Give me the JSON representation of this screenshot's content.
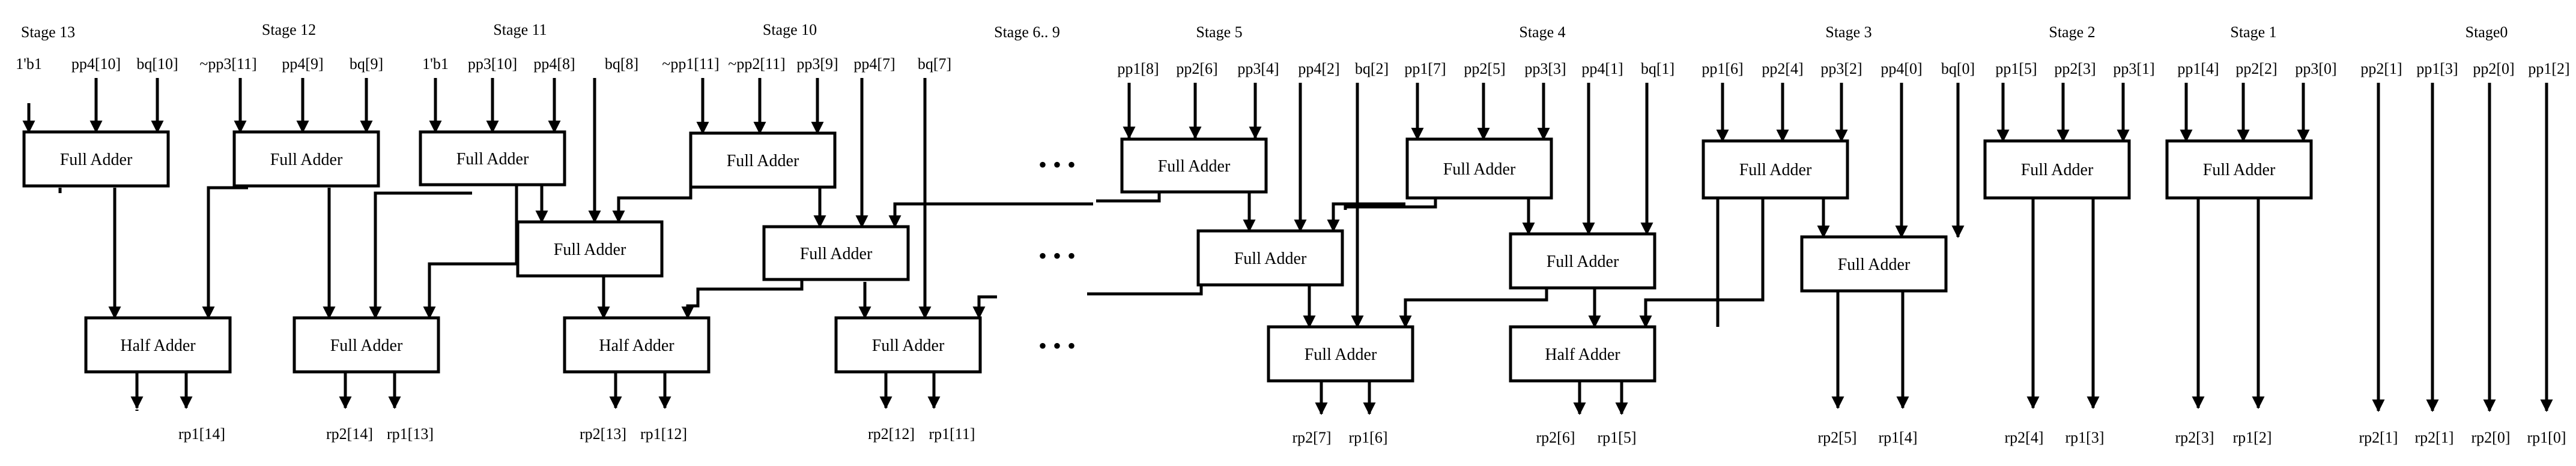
{
  "stages": [
    {
      "id": "s13",
      "title": "Stage 13",
      "inputs": [
        "1'b1",
        "pp4[10]",
        "bq[10]"
      ],
      "outputs": [
        "",
        "rp1[14]"
      ]
    },
    {
      "id": "s12",
      "title": "Stage 12",
      "inputs": [
        "~pp3[11]",
        "pp4[9]",
        "bq[9]"
      ],
      "outputs": [
        "rp2[14]",
        "rp1[13]"
      ]
    },
    {
      "id": "s11",
      "title": "Stage 11",
      "inputs": [
        "1'b1",
        "pp3[10]",
        "pp4[8]",
        "bq[8]"
      ],
      "outputs": [
        "rp2[13]",
        "rp1[12]"
      ]
    },
    {
      "id": "s10",
      "title": "Stage 10",
      "inputs": [
        "~pp1[11]",
        "~pp2[11]",
        "pp3[9]",
        "pp4[7]",
        "bq[7]"
      ],
      "outputs": [
        "rp2[12]",
        "rp1[11]"
      ]
    },
    {
      "id": "s69",
      "title": "Stage 6.. 9",
      "inputs": [],
      "outputs": []
    },
    {
      "id": "s5",
      "title": "Stage 5",
      "inputs": [
        "pp1[8]",
        "pp2[6]",
        "pp3[4]",
        "pp4[2]",
        "bq[2]"
      ],
      "outputs": [
        "rp2[7]",
        "rp1[6]"
      ]
    },
    {
      "id": "s4",
      "title": "Stage 4",
      "inputs": [
        "pp1[7]",
        "pp2[5]",
        "pp3[3]",
        "pp4[1]",
        "bq[1]"
      ],
      "outputs": [
        "rp2[6]",
        "rp1[5]"
      ]
    },
    {
      "id": "s3",
      "title": "Stage 3",
      "inputs": [
        "pp1[6]",
        "pp2[4]",
        "pp3[2]",
        "pp4[0]",
        "bq[0]"
      ],
      "outputs": [
        "rp2[5]",
        "rp1[4]"
      ]
    },
    {
      "id": "s2",
      "title": "Stage 2",
      "inputs": [
        "pp1[5]",
        "pp2[3]",
        "pp3[1]"
      ],
      "outputs": [
        "rp2[4]",
        "rp1[3]"
      ]
    },
    {
      "id": "s1",
      "title": "Stage 1",
      "inputs": [
        "pp1[4]",
        "pp2[2]",
        "pp3[0]"
      ],
      "outputs": [
        "rp2[3]",
        "rp1[2]"
      ]
    },
    {
      "id": "s0",
      "title": "Stage0",
      "inputs": [
        "pp2[1]",
        "pp1[3]",
        "pp2[0]",
        "pp1[2]"
      ],
      "outputs": [
        "rp2[1]",
        "rp2[1]",
        "rp2[0]",
        "rp1[0]"
      ]
    }
  ],
  "labels": {
    "full_adder": "Full Adder",
    "half_adder": "Half Adder",
    "ellipsis": "• • •"
  }
}
